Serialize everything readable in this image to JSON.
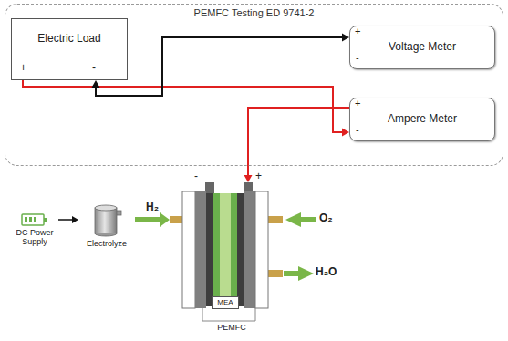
{
  "diagram": {
    "nodes": [
      {
        "text": [
          "PEMFC Testing ED 9741-2"
        ]
      },
      {
        "text": [
          "Electric Load"
        ],
        "in": 0
      },
      {
        "text": [
          "Voltage Meter"
        ],
        "in": 0
      },
      {
        "text": [
          "Ampere Meter"
        ],
        "in": 0
      },
      {
        "text": [
          "DC Power Supply"
        ]
      },
      {
        "text": [
          "Electrolyze"
        ]
      },
      {
        "text": [
          "PEMFC"
        ]
      },
      {
        "text": [
          "MEA"
        ],
        "in": 6
      }
    ],
    "edges": [
      {
        "from": 4,
        "to": 5,
        "arrow": "to"
      },
      {
        "from": 5,
        "to": 6,
        "label": "H₂",
        "arrow": "to"
      },
      {
        "from": 2,
        "to": 1,
        "arrow": "both"
      },
      {
        "from": 1,
        "to": 3,
        "arrow": "to"
      },
      {
        "from": 3,
        "to": 6,
        "arrow": "to"
      }
    ],
    "labels": [
      "+",
      "-",
      "+",
      "-",
      "+",
      "-",
      "-",
      "+",
      "O₂",
      "H₂O"
    ]
  }
}
